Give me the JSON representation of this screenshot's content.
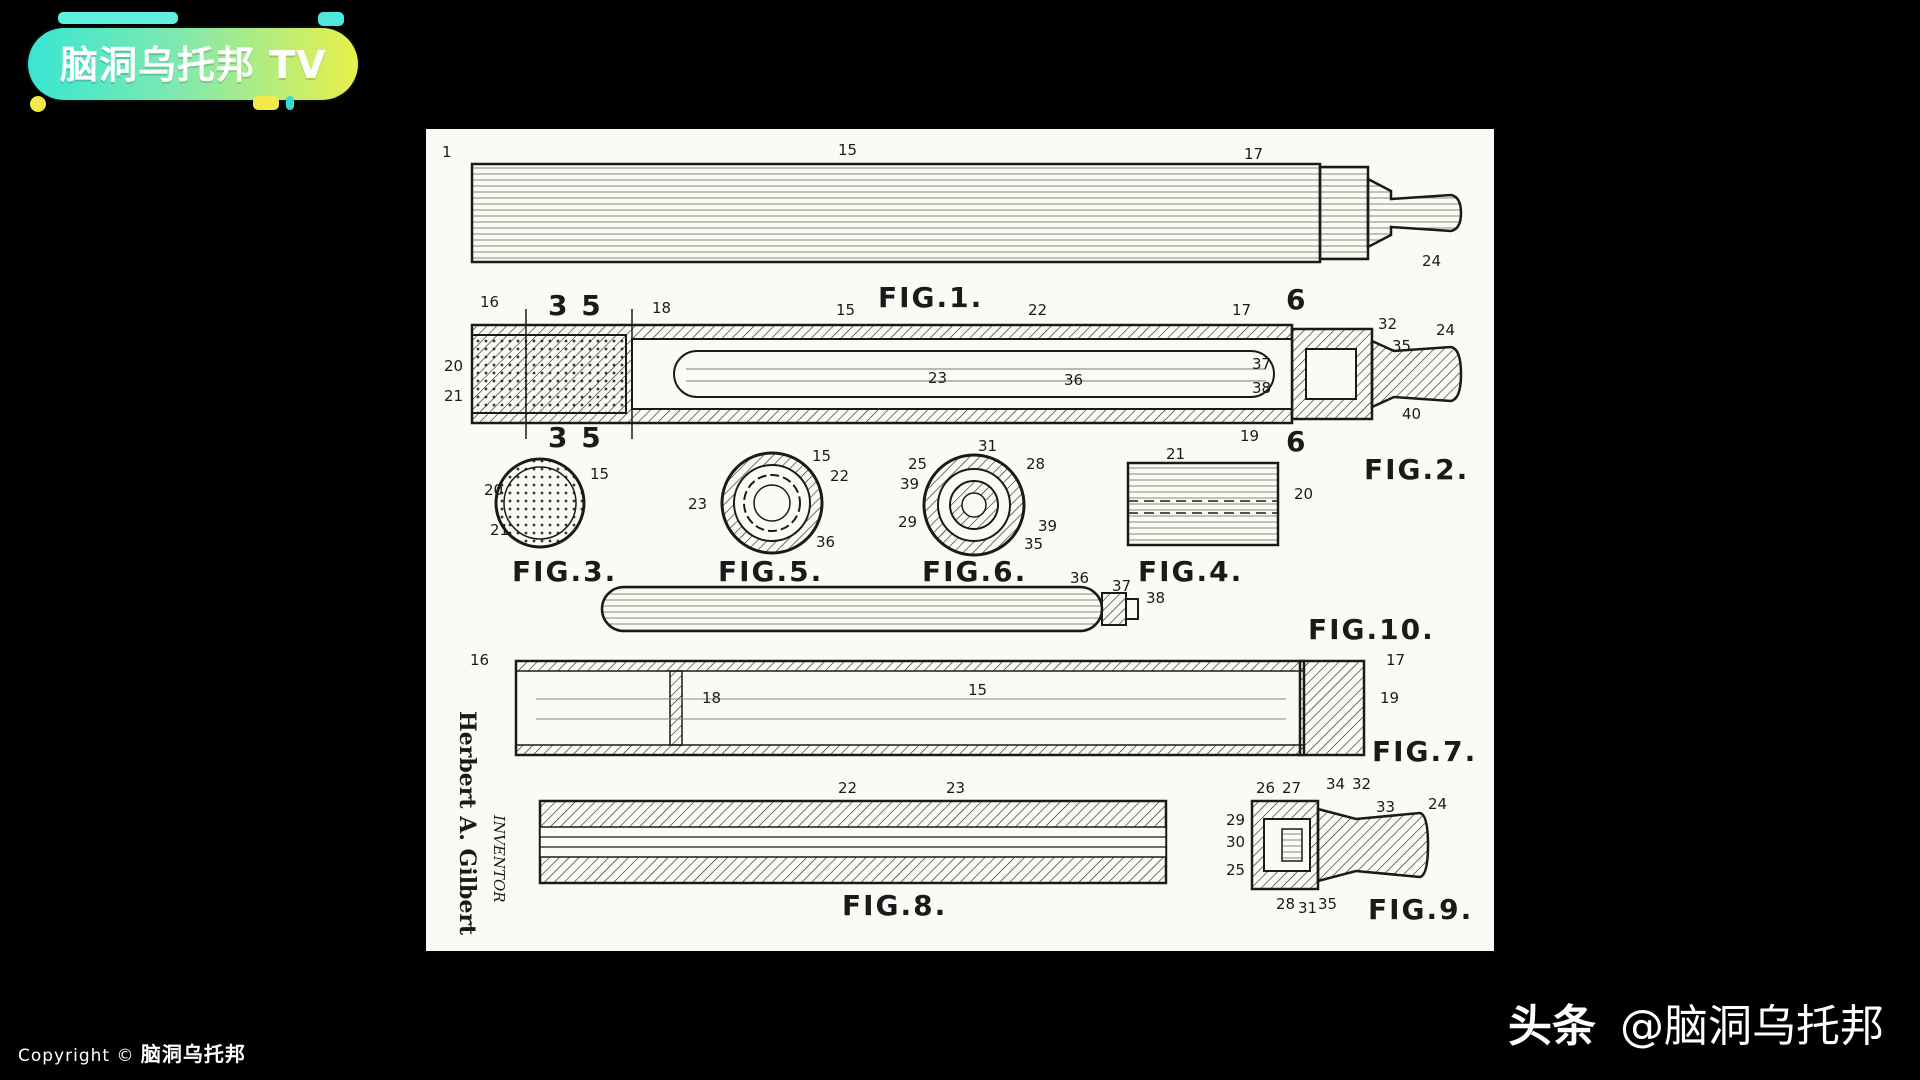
{
  "channel_logo": {
    "text": "脑洞乌托邦 TV"
  },
  "copyright": {
    "prefix": "Copyright",
    "symbol": "©",
    "brand": "脑洞乌托邦"
  },
  "watermark": {
    "platform": "头条",
    "handle": "@脑洞乌托邦"
  },
  "patent": {
    "figures": {
      "fig1": "FIG.1.",
      "fig2": "FIG.2.",
      "fig3": "FIG.3.",
      "fig4": "FIG.4.",
      "fig5": "FIG.5.",
      "fig6": "FIG.6.",
      "fig7": "FIG.7.",
      "fig8": "FIG.8.",
      "fig9": "FIG.9.",
      "fig10": "FIG.10."
    },
    "inventor_name": "Herbert A. Gilbert",
    "inventor_caption": "INVENTOR",
    "section_marks": {
      "s35_top": "3 5",
      "s35_bottom": "3 5",
      "s6_top": "6",
      "s6_bottom": "6"
    },
    "ref": {
      "n15": "15",
      "n16": "16",
      "n17": "17",
      "n18": "18",
      "n19": "19",
      "n20": "20",
      "n21": "21",
      "n22": "22",
      "n23": "23",
      "n24": "24",
      "n25": "25",
      "n26": "26",
      "n27": "27",
      "n28": "28",
      "n29": "29",
      "n30": "30",
      "n31": "31",
      "n32": "32",
      "n33": "33",
      "n34": "34",
      "n35": "35",
      "n36": "36",
      "n37": "37",
      "n38": "38",
      "n39": "39",
      "n40": "40",
      "n1": "1"
    }
  },
  "colors": {
    "background": "#000000",
    "paper": "#fbfbf6",
    "ink": "#1a1a1a",
    "logo_start": "#38e6d2",
    "logo_end": "#e9f04a"
  }
}
